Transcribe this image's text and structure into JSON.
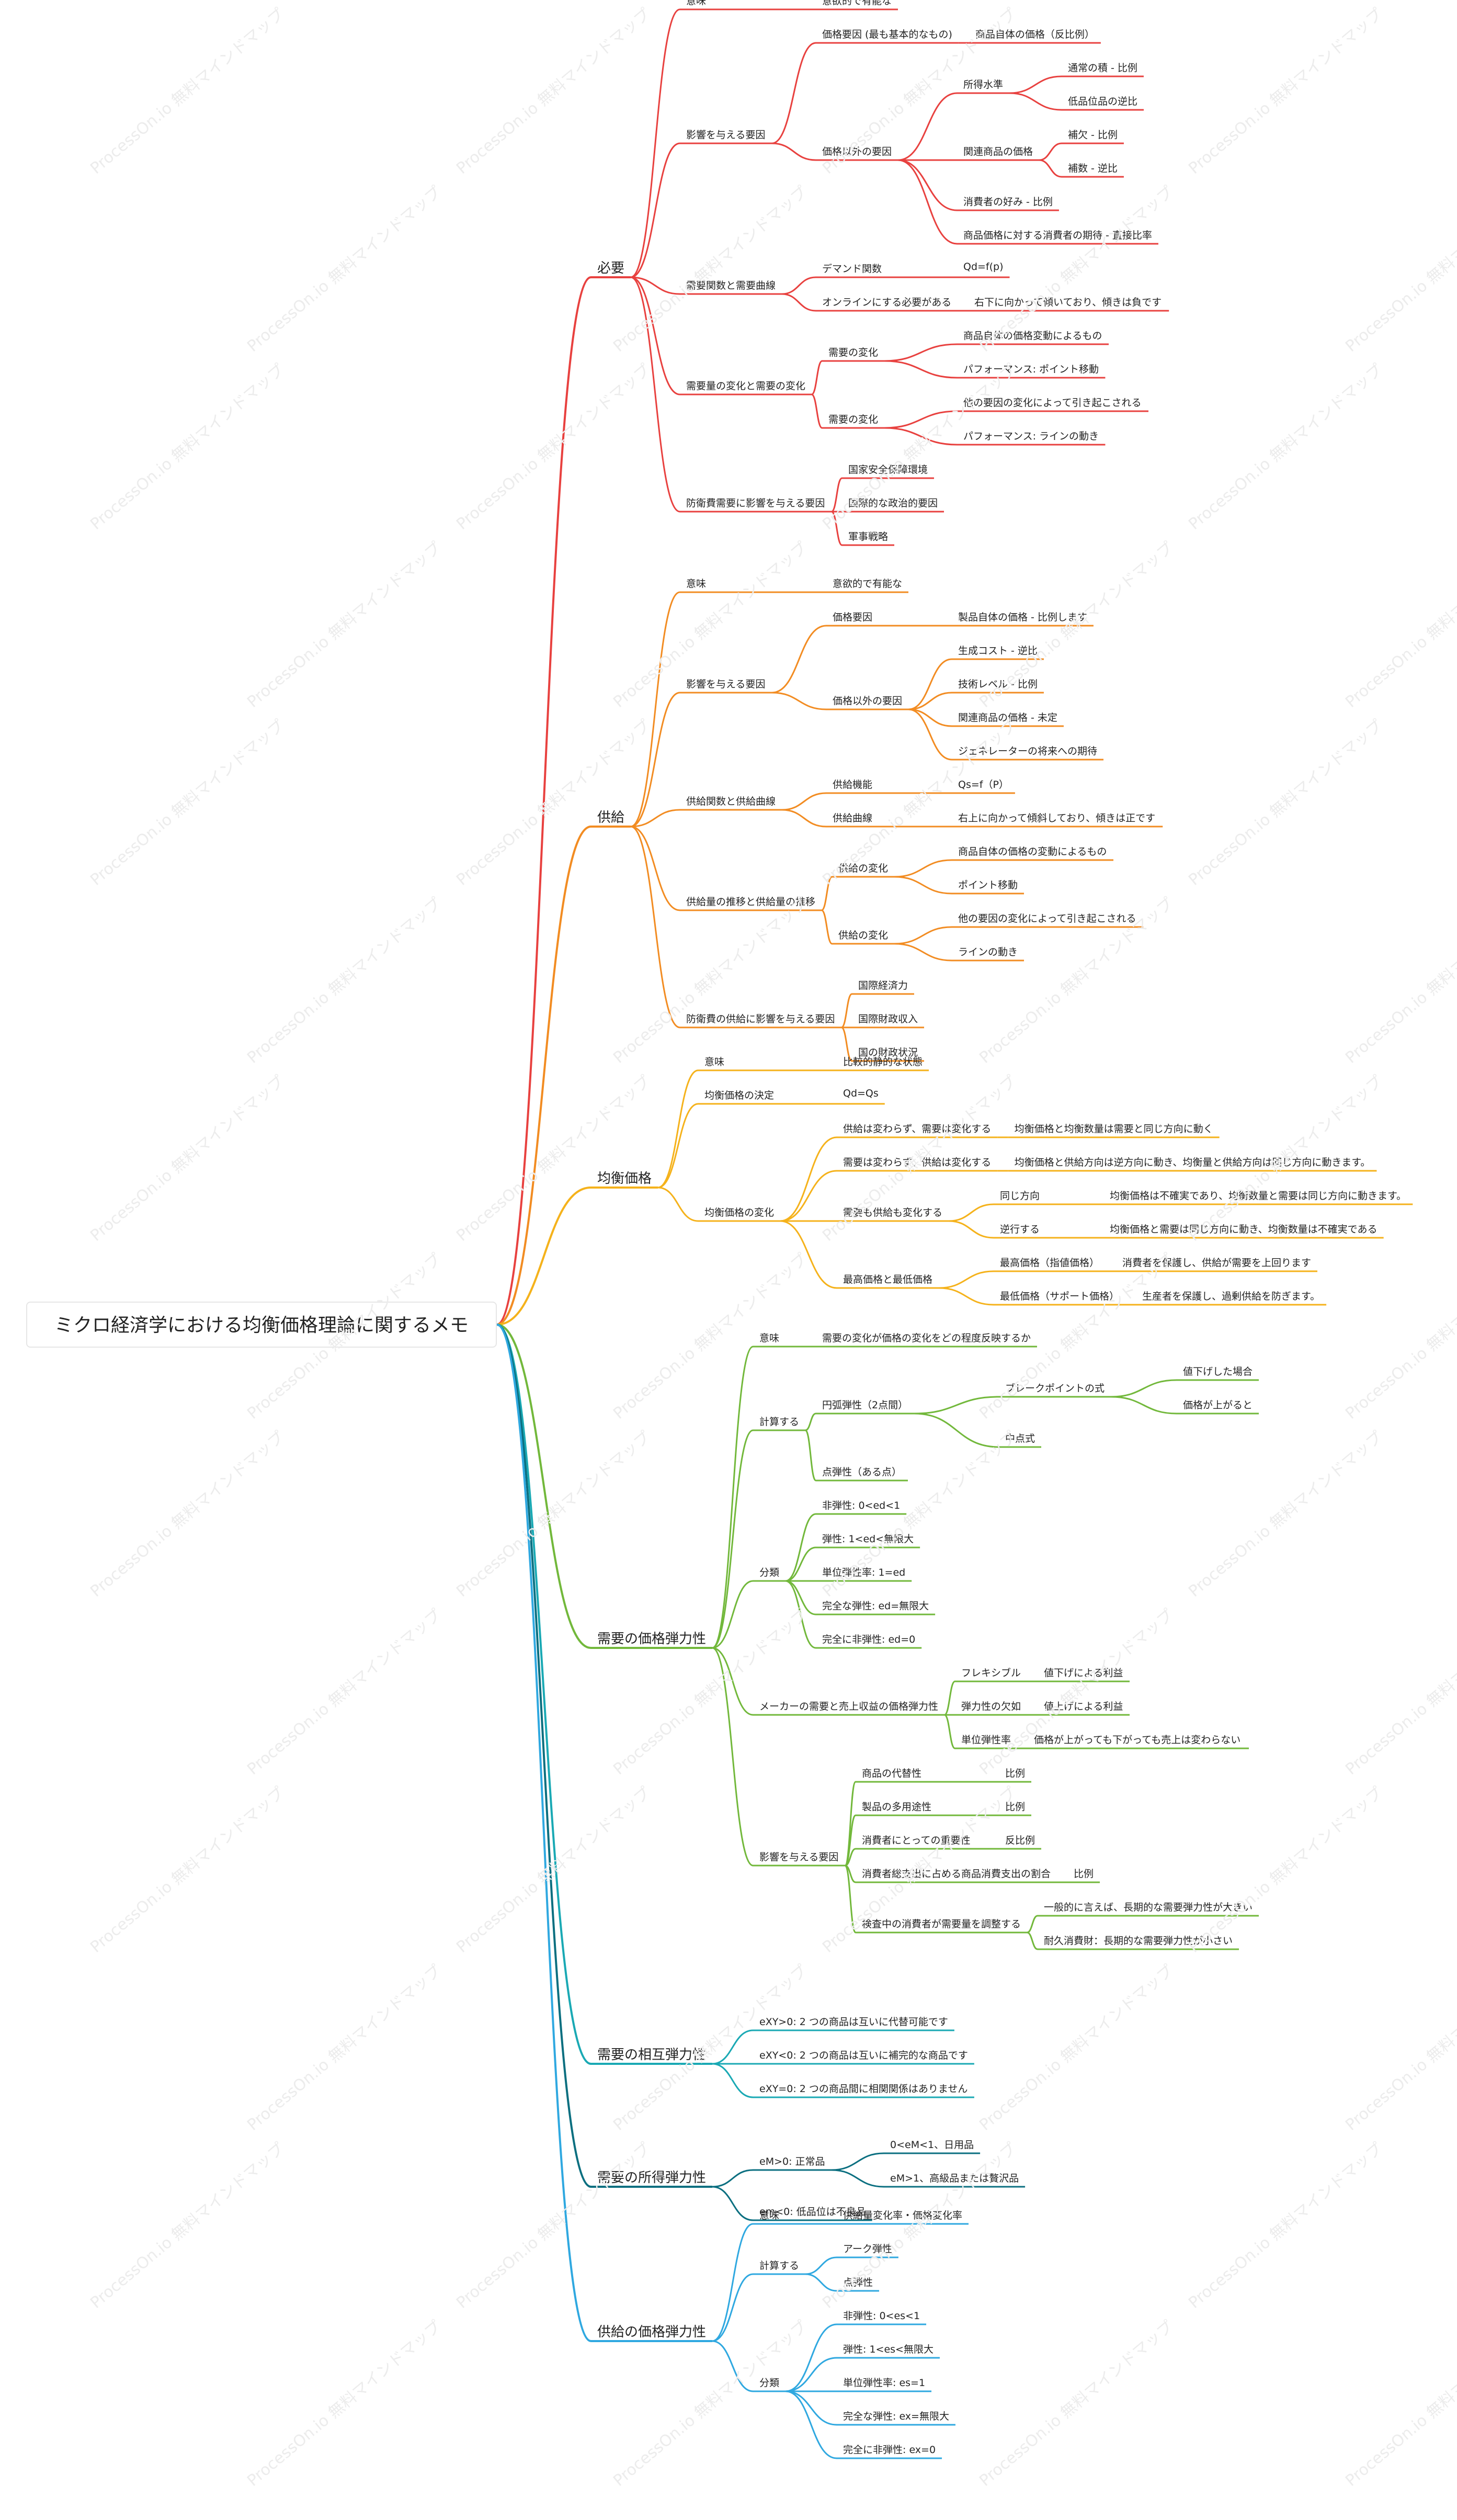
{
  "watermark": "ProcessOn.io 無料マインドマップ",
  "root": "ミクロ経済学における均衡価格理論に関するメモ",
  "colors": {
    "c0": "#e8413f",
    "c1": "#f28c22",
    "c2": "#f5b21b",
    "c3": "#72b83b",
    "c4": "#1aa9b4",
    "c5": "#0b6f80",
    "c6": "#2fa8e0"
  },
  "branches": [
    {
      "label": "必要",
      "color": "#e8413f",
      "children": [
        {
          "label": "意味",
          "children": [
            {
              "label": "意欲的で有能な"
            }
          ]
        },
        {
          "label": "影響を与える要因",
          "children": [
            {
              "label": "価格要因 (最も基本的なもの)",
              "children": [
                {
                  "label": "商品自体の価格（反比例）"
                }
              ]
            },
            {
              "label": "価格以外の要因",
              "children": [
                {
                  "label": "所得水準",
                  "children": [
                    {
                      "label": "通常の積 - 比例"
                    },
                    {
                      "label": "低品位品の逆比"
                    }
                  ]
                },
                {
                  "label": "関連商品の価格",
                  "children": [
                    {
                      "label": "補欠 - 比例"
                    },
                    {
                      "label": "補数 - 逆比"
                    }
                  ]
                },
                {
                  "label": "消費者の好み - 比例"
                },
                {
                  "label": "商品価格に対する消費者の期待 - 直接比率"
                }
              ]
            }
          ]
        },
        {
          "label": "需要関数と需要曲線",
          "children": [
            {
              "label": "デマンド関数",
              "children": [
                {
                  "label": "Qd=f(p)"
                }
              ]
            },
            {
              "label": "オンラインにする必要がある",
              "children": [
                {
                  "label": "右下に向かって傾いており、傾きは負です"
                }
              ]
            }
          ]
        },
        {
          "label": "需要量の変化と需要の変化",
          "children": [
            {
              "label": "需要の変化",
              "children": [
                {
                  "label": "商品自体の価格変動によるもの"
                },
                {
                  "label": "パフォーマンス: ポイント移動"
                }
              ]
            },
            {
              "label": "需要の変化",
              "children": [
                {
                  "label": "他の要因の変化によって引き起こされる"
                },
                {
                  "label": "パフォーマンス: ラインの動き"
                }
              ]
            }
          ]
        },
        {
          "label": "防衛費需要に影響を与える要因",
          "children": [
            {
              "label": "国家安全保障環境"
            },
            {
              "label": "国際的な政治的要因"
            },
            {
              "label": "軍事戦略"
            }
          ]
        }
      ]
    },
    {
      "label": "供給",
      "color": "#f28c22",
      "children": [
        {
          "label": "意味",
          "children": [
            {
              "label": "意欲的で有能な"
            }
          ]
        },
        {
          "label": "影響を与える要因",
          "children": [
            {
              "label": "価格要因",
              "children": [
                {
                  "label": "製品自体の価格 - 比例します"
                }
              ]
            },
            {
              "label": "価格以外の要因",
              "children": [
                {
                  "label": "生成コスト - 逆比"
                },
                {
                  "label": "技術レベル - 比例"
                },
                {
                  "label": "関連商品の価格 - 未定"
                },
                {
                  "label": "ジェネレーターの将来への期待"
                }
              ]
            }
          ]
        },
        {
          "label": "供給関数と供給曲線",
          "children": [
            {
              "label": "供給機能",
              "children": [
                {
                  "label": "Qs=f（P）"
                }
              ]
            },
            {
              "label": "供給曲線",
              "children": [
                {
                  "label": "右上に向かって傾斜しており、傾きは正です"
                }
              ]
            }
          ]
        },
        {
          "label": "供給量の推移と供給量の推移",
          "children": [
            {
              "label": "供給の変化",
              "children": [
                {
                  "label": "商品自体の価格の変動によるもの"
                },
                {
                  "label": "ポイント移動"
                }
              ]
            },
            {
              "label": "供給の変化",
              "children": [
                {
                  "label": "他の要因の変化によって引き起こされる"
                },
                {
                  "label": "ラインの動き"
                }
              ]
            }
          ]
        },
        {
          "label": "防衛費の供給に影響を与える要因",
          "children": [
            {
              "label": "国際経済力"
            },
            {
              "label": "国際財政収入"
            },
            {
              "label": "国の財政状況"
            }
          ]
        }
      ]
    },
    {
      "label": "均衡価格",
      "color": "#f5b21b",
      "children": [
        {
          "label": "意味",
          "children": [
            {
              "label": "比較的静的な状態"
            }
          ]
        },
        {
          "label": "均衡価格の決定",
          "children": [
            {
              "label": "Qd=Qs"
            }
          ]
        },
        {
          "label": "均衡価格の変化",
          "children": [
            {
              "label": "供給は変わらず、需要は変化する",
              "children": [
                {
                  "label": "均衡価格と均衡数量は需要と同じ方向に動く"
                }
              ]
            },
            {
              "label": "需要は変わらず、供給は変化する",
              "children": [
                {
                  "label": "均衡価格と供給方向は逆方向に動き、均衡量と供給方向は同じ方向に動きます。"
                }
              ]
            },
            {
              "label": "需要も供給も変化する",
              "children": [
                {
                  "label": "同じ方向",
                  "children": [
                    {
                      "label": "均衡価格は不確実であり、均衡数量と需要は同じ方向に動きます。"
                    }
                  ]
                },
                {
                  "label": "逆行する",
                  "children": [
                    {
                      "label": "均衡価格と需要は同じ方向に動き、均衡数量は不確実である"
                    }
                  ]
                }
              ]
            },
            {
              "label": "最高価格と最低価格",
              "children": [
                {
                  "label": "最高価格（指値価格）",
                  "children": [
                    {
                      "label": "消費者を保護し、供給が需要を上回ります"
                    }
                  ]
                },
                {
                  "label": "最低価格（サポート価格）",
                  "children": [
                    {
                      "label": "生産者を保護し、過剰供給を防ぎます。"
                    }
                  ]
                }
              ]
            }
          ]
        }
      ]
    },
    {
      "label": "需要の価格弾力性",
      "color": "#72b83b",
      "children": [
        {
          "label": "意味",
          "children": [
            {
              "label": "需要の変化が価格の変化をどの程度反映するか"
            }
          ]
        },
        {
          "label": "計算する",
          "children": [
            {
              "label": "円弧弾性（2点間）",
              "children": [
                {
                  "label": "ブレークポイントの式",
                  "children": [
                    {
                      "label": "値下げした場合"
                    },
                    {
                      "label": "価格が上がると"
                    }
                  ]
                },
                {
                  "label": "中点式"
                }
              ]
            },
            {
              "label": "点弾性（ある点）"
            }
          ]
        },
        {
          "label": "分類",
          "children": [
            {
              "label": "非弾性: 0<ed<1"
            },
            {
              "label": "弾性: 1<ed<無限大"
            },
            {
              "label": "単位弾性率: 1=ed"
            },
            {
              "label": "完全な弾性: ed=無限大"
            },
            {
              "label": "完全に非弾性: ed=0"
            }
          ]
        },
        {
          "label": "メーカーの需要と売上収益の価格弾力性",
          "children": [
            {
              "label": "フレキシブル",
              "children": [
                {
                  "label": "値下げによる利益"
                }
              ]
            },
            {
              "label": "弾力性の欠如",
              "children": [
                {
                  "label": "値上げによる利益"
                }
              ]
            },
            {
              "label": "単位弾性率",
              "children": [
                {
                  "label": "価格が上がっても下がっても売上は変わらない"
                }
              ]
            }
          ]
        },
        {
          "label": "影響を与える要因",
          "children": [
            {
              "label": "商品の代替性",
              "children": [
                {
                  "label": "比例"
                }
              ]
            },
            {
              "label": "製品の多用途性",
              "children": [
                {
                  "label": "比例"
                }
              ]
            },
            {
              "label": "消費者にとっての重要性",
              "children": [
                {
                  "label": "反比例"
                }
              ]
            },
            {
              "label": "消費者総支出に占める商品消費支出の割合",
              "children": [
                {
                  "label": "比例"
                }
              ]
            },
            {
              "label": "検査中の消費者が需要量を調整する",
              "children": [
                {
                  "label": "一般的に言えば、長期的な需要弾力性が大きい"
                },
                {
                  "label": "耐久消費財：長期的な需要弾力性が小さい"
                }
              ]
            }
          ]
        }
      ]
    },
    {
      "label": "需要の相互弾力性",
      "color": "#1aa9b4",
      "children": [
        {
          "label": "eXY>0: 2 つの商品は互いに代替可能です"
        },
        {
          "label": "eXY<0: 2 つの商品は互いに補完的な商品です"
        },
        {
          "label": "eXY=0: 2 つの商品間に相関関係はありません"
        }
      ]
    },
    {
      "label": "需要の所得弾力性",
      "color": "#0b6f80",
      "children": [
        {
          "label": "eM>0: 正常品",
          "children": [
            {
              "label": "0<eM<1、日用品"
            },
            {
              "label": "eM>1、高級品または贅沢品"
            }
          ]
        },
        {
          "label": "em<0: 低品位は不良品"
        }
      ]
    },
    {
      "label": "供給の価格弾力性",
      "color": "#2fa8e0",
      "children": [
        {
          "label": "意味",
          "children": [
            {
              "label": "供給量変化率・価格変化率"
            }
          ]
        },
        {
          "label": "計算する",
          "children": [
            {
              "label": "アーク弾性"
            },
            {
              "label": "点弾性"
            }
          ]
        },
        {
          "label": "分類",
          "children": [
            {
              "label": "非弾性: 0<es<1"
            },
            {
              "label": "弾性: 1<es<無限大"
            },
            {
              "label": "単位弾性率: es=1"
            },
            {
              "label": "完全な弾性: ex=無限大"
            },
            {
              "label": "完全に非弾性: ex=0"
            }
          ]
        }
      ]
    }
  ]
}
